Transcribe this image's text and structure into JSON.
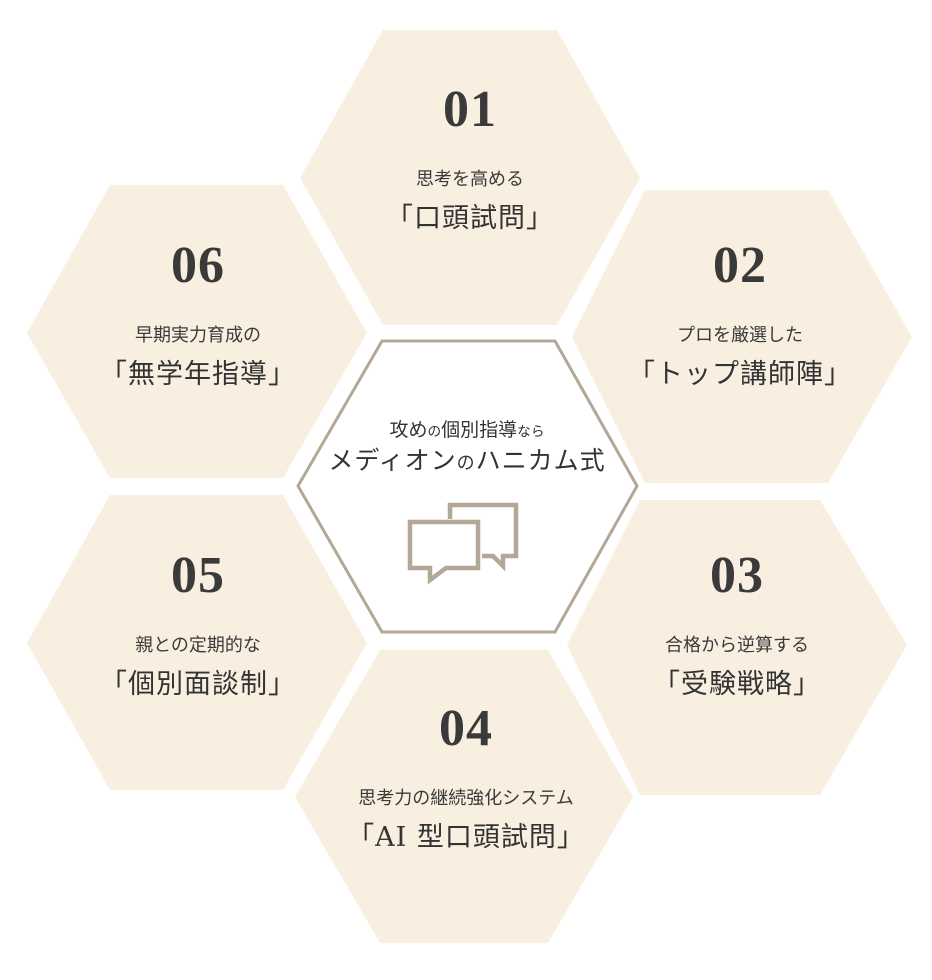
{
  "colors": {
    "hex_fill": "#f8efe0",
    "center_fill": "#ffffff",
    "center_border": "#b3a898",
    "icon_stroke": "#b3a898",
    "text": "#3a3a3a"
  },
  "center": {
    "line1": {
      "a": "攻め",
      "b": "の",
      "c": "個別指導",
      "d": "なら"
    },
    "line2": {
      "a": "メディオン",
      "b": "の",
      "c": "ハニカム式"
    },
    "icon": "chat-bubbles-icon"
  },
  "hexagons": [
    {
      "number": "01",
      "subtitle": "思考を高める",
      "title": "「口頭試問」"
    },
    {
      "number": "02",
      "subtitle": "プロを厳選した",
      "title": "「トップ講師陣」"
    },
    {
      "number": "03",
      "subtitle": "合格から逆算する",
      "title": "「受験戦略」"
    },
    {
      "number": "04",
      "subtitle": "思考力の継続強化システム",
      "title": "「AI 型口頭試問」"
    },
    {
      "number": "05",
      "subtitle": "親との定期的な",
      "title": "「個別面談制」"
    },
    {
      "number": "06",
      "subtitle": "早期実力育成の",
      "title": "「無学年指導」"
    }
  ]
}
